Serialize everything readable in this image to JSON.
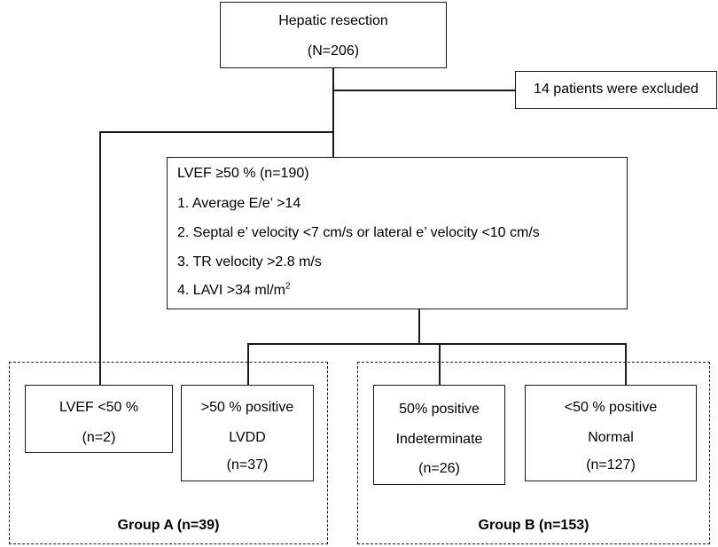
{
  "top": {
    "line1": "Hepatic resection",
    "line2": "(N=206)"
  },
  "excluded": "14 patients were excluded",
  "criteria": {
    "title": "LVEF ≥50 % (n=190)",
    "items": [
      "1. Average E/e’ >14",
      "2. Septal e’ velocity <7 cm/s or lateral e’ velocity <10 cm/s",
      "3. TR velocity >2.8 m/s",
      "4. LAVI >34 ml/m"
    ],
    "item4_sup": "2"
  },
  "boxes": {
    "lvef_low": {
      "line1": "LVEF <50 %",
      "line2": "(n=2)"
    },
    "lvdd": {
      "line1": ">50 % positive",
      "line2": "LVDD",
      "line3": "(n=37)"
    },
    "indeterminate": {
      "line1": "50% positive",
      "line2": "Indeterminate",
      "line3": "(n=26)"
    },
    "normal": {
      "line1": "<50 % positive",
      "line2": "Normal",
      "line3": "(n=127)"
    }
  },
  "groups": {
    "a": "Group A (n=39)",
    "b": "Group B (n=153)"
  }
}
